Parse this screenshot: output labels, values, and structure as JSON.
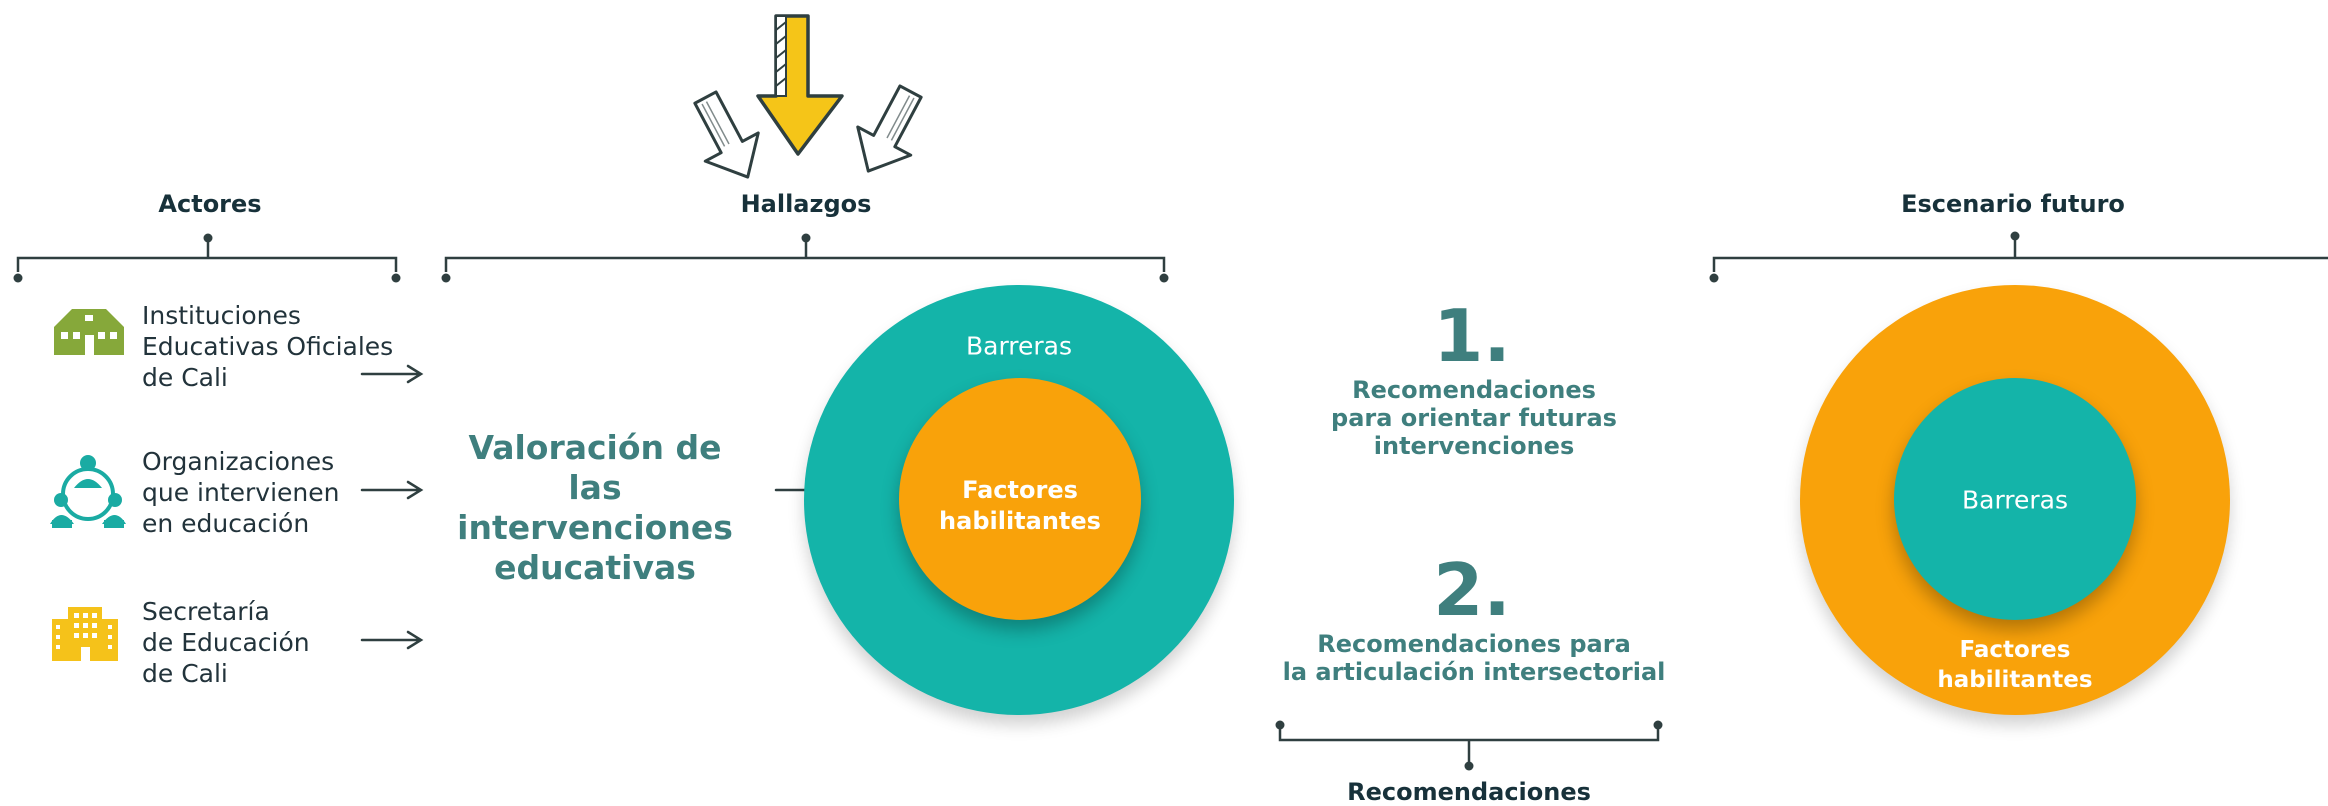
{
  "sections": {
    "actores": "Actores",
    "hallazgos": "Hallazgos",
    "escenario_futuro": "Escenario futuro",
    "recomendaciones": "Recomendaciones"
  },
  "actors": [
    {
      "lines": [
        "Instituciones",
        "Educativas Oficiales",
        "de Cali"
      ],
      "icon": "school-building-icon",
      "color": "#86a83a"
    },
    {
      "lines": [
        "Organizaciones",
        "que intervienen",
        "en educación"
      ],
      "icon": "people-network-icon",
      "color": "#1aaba3"
    },
    {
      "lines": [
        "Secretaría",
        "de Educación",
        "de Cali"
      ],
      "icon": "office-building-icon",
      "color": "#f5c21a"
    }
  ],
  "center": {
    "lines": [
      "Valoración de las",
      "intervenciones",
      "educativas"
    ]
  },
  "hallazgos_diagram": {
    "outer_label": "Barreras",
    "inner_lines": [
      "Factores",
      "habilitantes"
    ],
    "outer_color": "#14b4a9",
    "inner_color": "#f9a20a"
  },
  "recommendations": [
    {
      "number": "1.",
      "lines": [
        "Recomendaciones",
        "para orientar futuras",
        "intervenciones"
      ]
    },
    {
      "number": "2.",
      "lines": [
        "Recomendaciones para",
        "la articulación intersectorial"
      ]
    }
  ],
  "future_diagram": {
    "inner_label": "Barreras",
    "outer_lines": [
      "Factores",
      "habilitantes"
    ],
    "outer_color": "#f9a20a",
    "inner_color": "#14b4a9"
  },
  "colors": {
    "arrow_yellow": "#f5c518",
    "line": "#2f3f40",
    "text_dark": "#22333b",
    "teal_text": "#3f7f7e"
  }
}
